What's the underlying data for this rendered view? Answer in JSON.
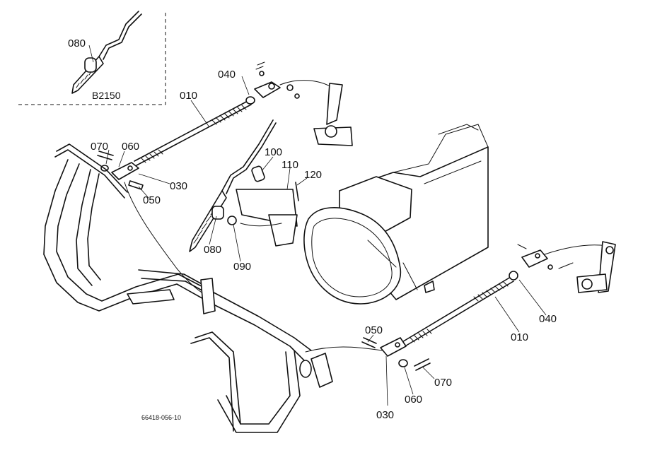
{
  "inset": {
    "part_label": "080",
    "model_label": "B2150"
  },
  "labels": {
    "l_010_top": "010",
    "l_040_top": "040",
    "l_070_left": "070",
    "l_060_left": "060",
    "l_030_left": "030",
    "l_050_left": "050",
    "l_100": "100",
    "l_110": "110",
    "l_120": "120",
    "l_080_mid": "080",
    "l_090": "090",
    "l_040_right": "040",
    "l_010_right": "010",
    "l_050_bottom": "050",
    "l_070_bottom": "070",
    "l_060_bottom": "060",
    "l_030_bottom": "030"
  },
  "drawing_number": "66418-056-10"
}
